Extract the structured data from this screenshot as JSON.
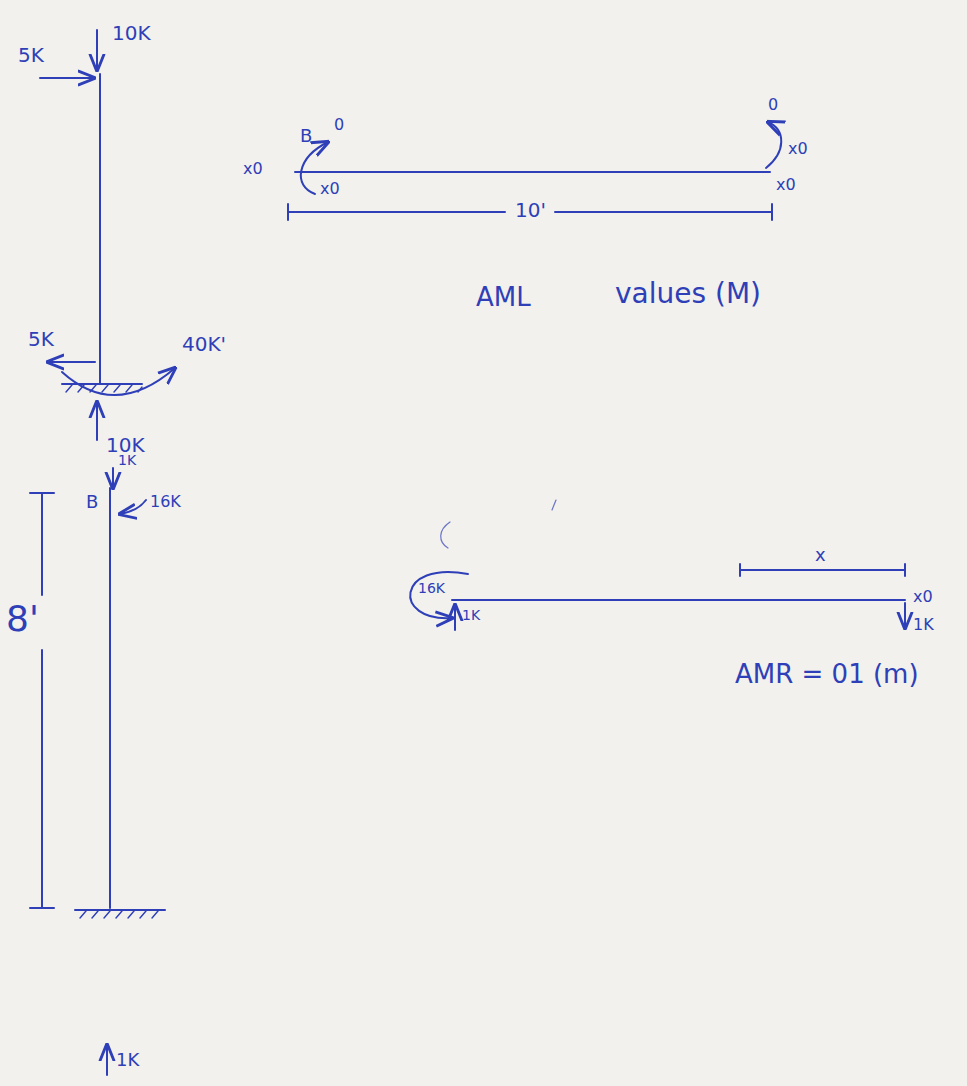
{
  "diagram": {
    "labels": [
      "10K",
      "5K",
      "x0",
      "B",
      "0",
      "x0",
      "0",
      "x0",
      "x0",
      "10'",
      "AML",
      "values (M)",
      "5K",
      "40K'",
      "10K",
      "1K",
      "B",
      "16K",
      "8'",
      "16K",
      "1K",
      "x",
      "x0",
      "1K",
      "AMR = 01 (m)",
      "1K"
    ]
  }
}
